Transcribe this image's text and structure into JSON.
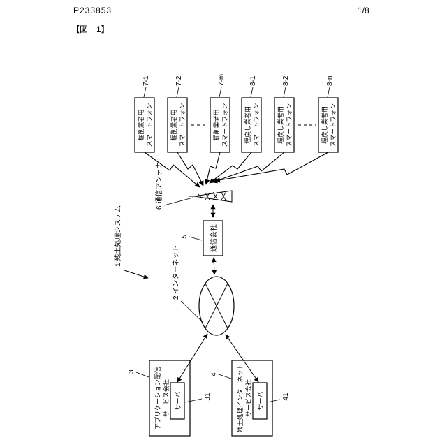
{
  "page": {
    "doc_number": "P233853",
    "page_indicator": "1/8",
    "figure_caption": "【図　1】"
  },
  "diagram": {
    "system": {
      "label": "1 残土処理システム"
    },
    "antenna": {
      "label": "6 通信アンテナ"
    },
    "carrier": {
      "ref": "5",
      "label": "通信会社"
    },
    "internet": {
      "label": "2 インターネット"
    },
    "phones": [
      {
        "ref": "7-1",
        "line1": "掘削業者用",
        "line2": "スマートフォン"
      },
      {
        "ref": "7-2",
        "line1": "掘削業者用",
        "line2": "スマートフォン"
      },
      {
        "ref": "7-m",
        "line1": "掘削業者用",
        "line2": "スマートフォン"
      },
      {
        "ref": "8-1",
        "line1": "埋戻し業者用",
        "line2": "スマートフォン"
      },
      {
        "ref": "8-2",
        "line1": "埋戻し業者用",
        "line2": "スマートフォン"
      },
      {
        "ref": "8-n",
        "line1": "埋戻し業者用",
        "line2": "スマートフォン"
      }
    ],
    "app_company": {
      "ref": "3",
      "line1": "アプリケーション配信",
      "line2": "サービス会社",
      "server_label": "サーバ",
      "server_ref": "31"
    },
    "soil_company": {
      "ref": "4",
      "line1": "残土処理インターネット",
      "line2": "サービス会社",
      "server_label": "サーバ",
      "server_ref": "41"
    }
  }
}
